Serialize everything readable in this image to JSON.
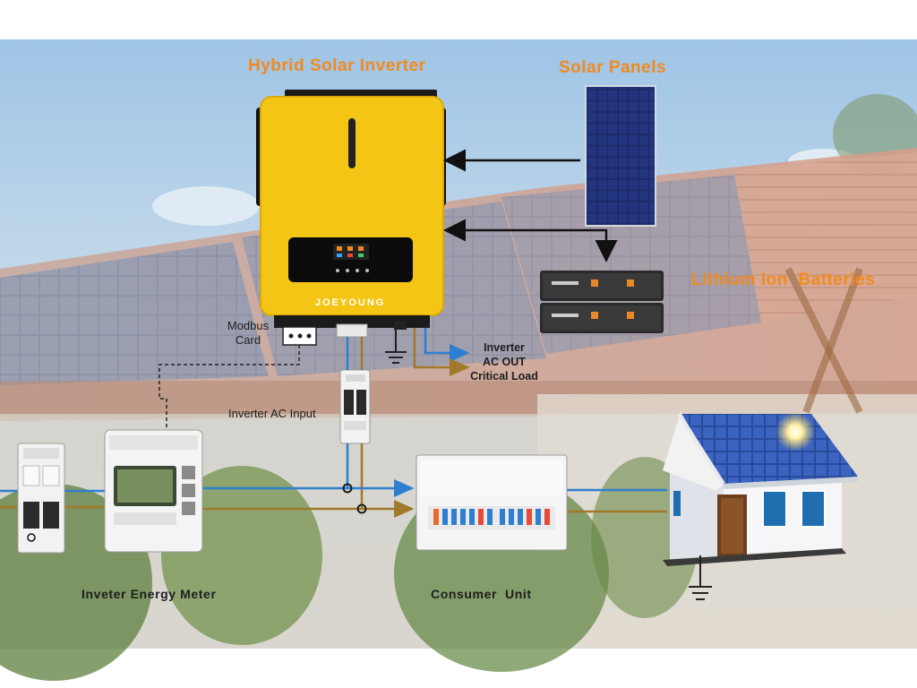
{
  "labels": {
    "inverter_title": "Hybrid Solar Inverter",
    "solar_panels": "Solar Panels",
    "batteries": "Lithium Ion  Batteries",
    "inverter_brand": "JOEYOUNG",
    "modbus_line1": "Modbus",
    "modbus_line2": "Card",
    "ac_out_line1": "Inverter",
    "ac_out_line2": "AC OUT",
    "ac_out_line3": "Critical Load",
    "ac_input": "Inverter AC Input",
    "energy_meter": "Inveter Energy Meter",
    "consumer_unit": "Consumer  Unit"
  },
  "colors": {
    "inverter_body": "#f5c515",
    "label_orange": "#f28a1e",
    "wire_blue": "#2f7fd0",
    "wire_brown": "#a07a2a",
    "arrow": "#111111"
  },
  "icons": {
    "ground": "ground-symbol-icon",
    "sun": "sun-glow-icon"
  }
}
